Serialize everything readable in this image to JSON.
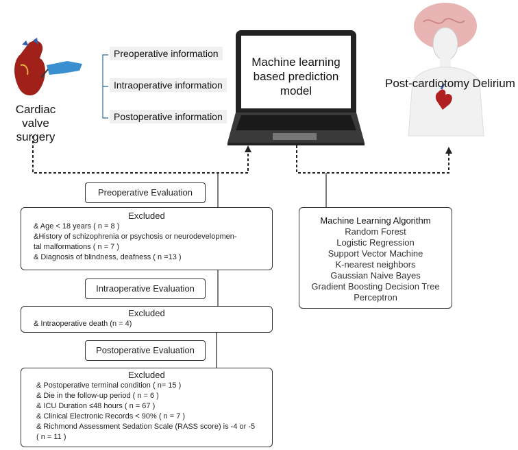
{
  "top": {
    "surgery_label": "Cardiac valve surgery",
    "info_items": [
      "Preoperative information",
      "Intraoperative information",
      "Postoperative information"
    ],
    "model_label": "Machine learning based prediction model",
    "outcome_label": "Post-cardiotomy Delirium"
  },
  "flow": {
    "preop_eval": "Preoperative Evaluation",
    "excluded_1": {
      "title": "Excluded",
      "lines": [
        "& Age < 18 years ( n = 8 )",
        "&History of schizophrenia or psychosis or neurodevelopmen-",
        "tal malformations ( n = 7 )",
        "& Diagnosis of blindness, deafness  ( n =13 )"
      ]
    },
    "intraop_eval": "Intraoperative Evaluation",
    "excluded_2": {
      "title": "Excluded",
      "lines": [
        "& Intraoperative death (n = 4)"
      ]
    },
    "postop_eval": "Postoperative Evaluation",
    "excluded_3": {
      "title": "Excluded",
      "lines": [
        "& Postoperative terminal condition ( n= 15 )",
        "&  Die in the follow-up period ( n = 6 )",
        "& ICU Duration ≤48 hours ( n = 67 )",
        "& Clinical Electronic Records  < 90% ( n = 7 )",
        "& Richmond Assessment Sedation Scale (RASS score) is -4 or -5",
        "( n = 11 )"
      ]
    }
  },
  "ml_box": {
    "title": "Machine Learning Algorithm",
    "algorithms": [
      "Random Forest",
      "Logistic Regression",
      "Support Vector Machine",
      "K-nearest neighbors",
      "Gaussian Naive Bayes",
      "Gradient Boosting Decision Tree",
      "Perceptron"
    ]
  }
}
